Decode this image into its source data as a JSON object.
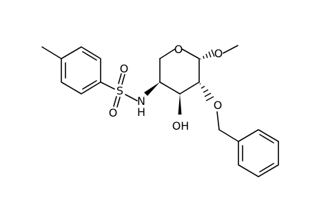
{
  "molecule": {
    "atoms": {
      "ring_oxygen": "O",
      "methoxy_oxygen": "O",
      "sulfur": "S",
      "sulfonyl_oxygen_top": "O",
      "sulfonyl_oxygen_bottom": "O",
      "amine_nitrogen": "N",
      "amine_hydrogen": "H",
      "hydroxyl": "OH",
      "benzyloxy_oxygen": "O"
    }
  }
}
